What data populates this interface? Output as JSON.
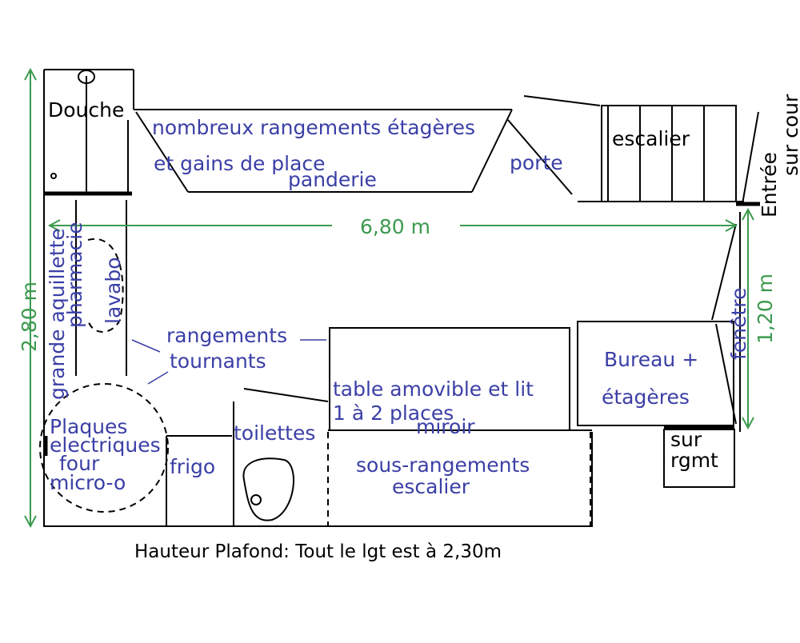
{
  "labels": {
    "douche": "Douche",
    "rangements_etageres": "nombreux rangements étagères",
    "gains_place": "et gains de place",
    "penderie": "panderie",
    "porte": "porte",
    "escalier": "escalier",
    "entree": "Entrée",
    "sur_cour": "sur cour",
    "largeur": "6,80 m",
    "hauteur_gauche": "2,80 m",
    "hauteur_droite": "1,20 m",
    "fenetre": "fenêtre",
    "grande_armoire": "grande aquillette",
    "pharmacie": "pharmacie",
    "lavabo": "lavabo",
    "rangements": "rangements",
    "tournants": "tournants",
    "table_line1": "table amovible et lit",
    "table_line2": "1 à 2 places",
    "miroir": "miroir",
    "bureau_line1": "Bureau +",
    "bureau_line2": "étagères",
    "sur": "sur",
    "rgmt": "rgmt",
    "plaques": "Plaques",
    "electriques": "electriques",
    "four": "four",
    "micro_o": "micro-o",
    "frigo": "frigo",
    "toilettes": "toilettes",
    "sous_rangements": "sous-rangements",
    "sous_escalier": "escalier",
    "hauteur_plafond": "Hauteur Plafond:  Tout le lgt est à 2,30m"
  },
  "colors": {
    "label": "#3b3fa6",
    "dimension": "#3c9a4e",
    "walls": "#000000"
  }
}
